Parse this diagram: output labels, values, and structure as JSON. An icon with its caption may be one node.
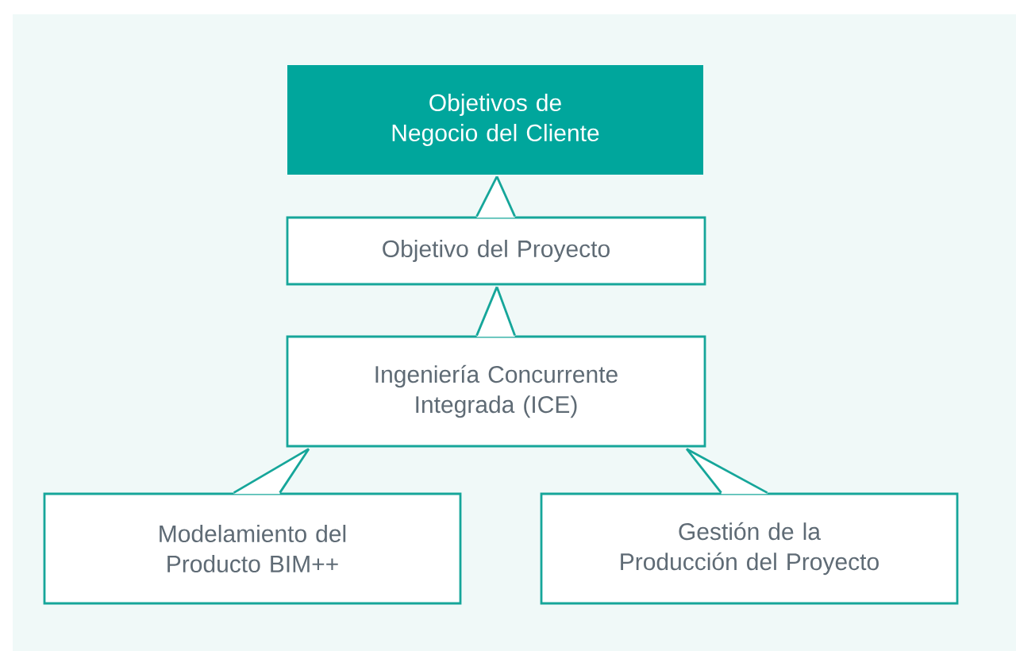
{
  "diagram": {
    "nodes": [
      {
        "text": [
          "Objetivos de Negocio del Cliente"
        ]
      },
      {
        "text": [
          "Objetivo del Proyecto"
        ]
      },
      {
        "text": [
          "Ingeniería Concurrente Integrada (ICE)"
        ]
      },
      {
        "text": [
          "Modelamiento del Producto BIM++"
        ]
      },
      {
        "text": [
          "Gestión de la Producción del Proyecto"
        ]
      }
    ],
    "edges": [
      {
        "from": 1,
        "to": 0,
        "arrow": "none"
      },
      {
        "from": 2,
        "to": 1,
        "arrow": "none"
      },
      {
        "from": 3,
        "to": 2,
        "arrow": "none"
      },
      {
        "from": 4,
        "to": 2,
        "arrow": "none"
      }
    ]
  }
}
